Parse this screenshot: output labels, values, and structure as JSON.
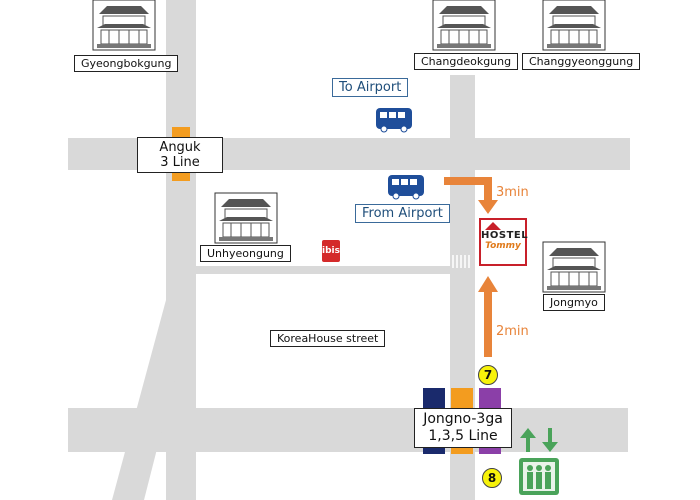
{
  "places": {
    "gyeongbokgung": "Gyeongbokgung",
    "changdeokgung": "Changdeokgung",
    "changgyeonggung": "Changgyeonggung",
    "unhyeongung": "Unhyeongung",
    "jongmyo": "Jongmyo"
  },
  "street": "KoreaHouse street",
  "bus": {
    "to_airport": "To Airport",
    "from_airport": "From Airport"
  },
  "stations": {
    "anguk_name": "Anguk",
    "anguk_line": "3 Line",
    "jongno_name": "Jongno-3ga",
    "jongno_line": "1,3,5 Line"
  },
  "walk": {
    "top": "3min",
    "bottom": "2min"
  },
  "exits": {
    "exit7": "7",
    "exit8": "8"
  },
  "hostel": {
    "line1": "HOSTEL",
    "line2": "Tommy"
  },
  "hotel_logo": "ibis",
  "colors": {
    "road": "#d9d9d9",
    "walk_arrow": "#e8843a",
    "bus_blue": "#1f4e9a",
    "line3_orange": "#f39c1f",
    "line1_navy": "#1a2a6c",
    "line5_purple": "#8b3fa8",
    "exit_yellow": "#f7f20a",
    "hostel_red": "#c8202a",
    "elevator_green": "#4aa35a"
  }
}
